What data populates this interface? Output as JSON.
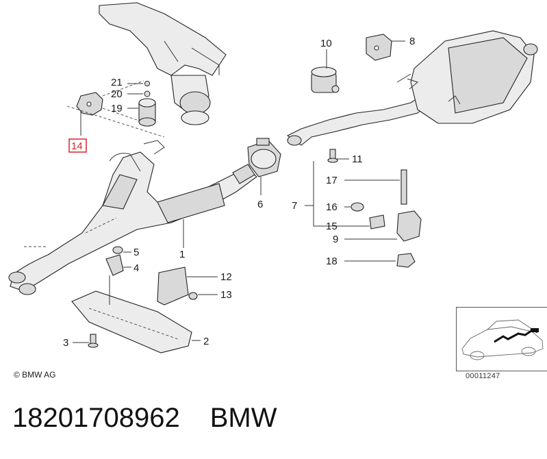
{
  "copyright": "© BMW AG",
  "diagram_id": "00011247",
  "footer": {
    "part_number": "18201708962",
    "brand": "BMW"
  },
  "callouts": {
    "c1": "1",
    "c2": "2",
    "c3": "3",
    "c4": "4",
    "c5": "5",
    "c6": "6",
    "c7": "7",
    "c8": "8",
    "c9": "9",
    "c10": "10",
    "c11": "11",
    "c12": "12",
    "c13": "13",
    "c14": "14",
    "c15": "15",
    "c16": "16",
    "c17": "17",
    "c18": "18",
    "c19": "19",
    "c20": "20",
    "c21": "21"
  },
  "highlight_color": "#d9232e"
}
